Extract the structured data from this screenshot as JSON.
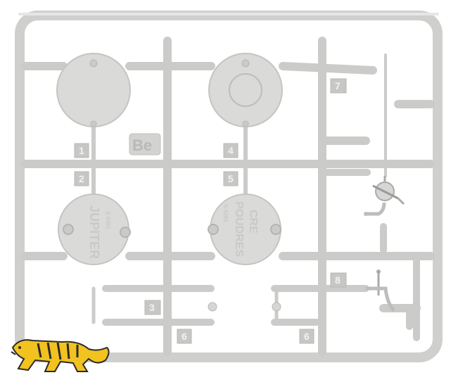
{
  "sprue": {
    "letter": "Be",
    "disc_1_text": "",
    "disc_jupiter": {
      "title": "JUPITER",
      "code": "S-9281"
    },
    "disc_poudres": {
      "line1": "POUDRES",
      "line2": "CRE",
      "code": "S-9281"
    }
  },
  "tags": [
    "1",
    "2",
    "3",
    "4",
    "5",
    "6",
    "6",
    "7",
    "8"
  ],
  "colors": {
    "plastic": "#d7d7d5",
    "plastic_shadow": "#c4c4c2",
    "tiger_yellow": "#f2c21e",
    "tiger_black": "#2b2b2b"
  },
  "icons": [
    "tiger-logo-icon"
  ]
}
